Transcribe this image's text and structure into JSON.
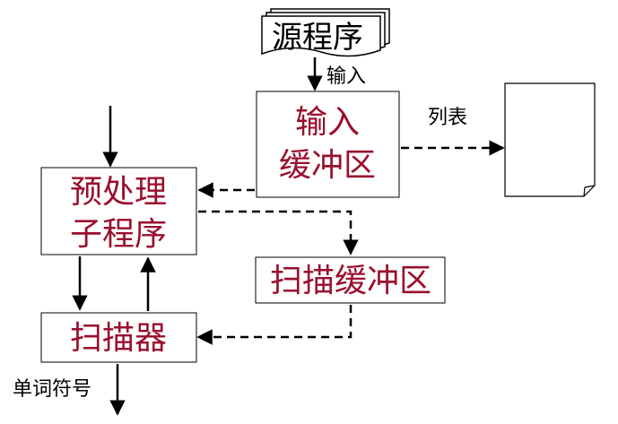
{
  "colors": {
    "box_text": "#9a0f2e",
    "source_text": "#000000",
    "line": "#000000",
    "background": "#ffffff"
  },
  "source_doc": {
    "label": "源程序",
    "icon": "stacked-document-icon"
  },
  "edges": {
    "source_to_input": "输入",
    "input_to_listing": "列表",
    "scanner_out": "单词符号"
  },
  "boxes": {
    "input_buffer": {
      "line1": "输入",
      "line2": "缓冲区"
    },
    "preprocessor": {
      "line1": "预处理",
      "line2": "子程序"
    },
    "scan_buffer": {
      "label": "扫描缓冲区"
    },
    "scanner": {
      "label": "扫描器"
    }
  },
  "listing_doc": {
    "icon": "document-page-icon"
  }
}
